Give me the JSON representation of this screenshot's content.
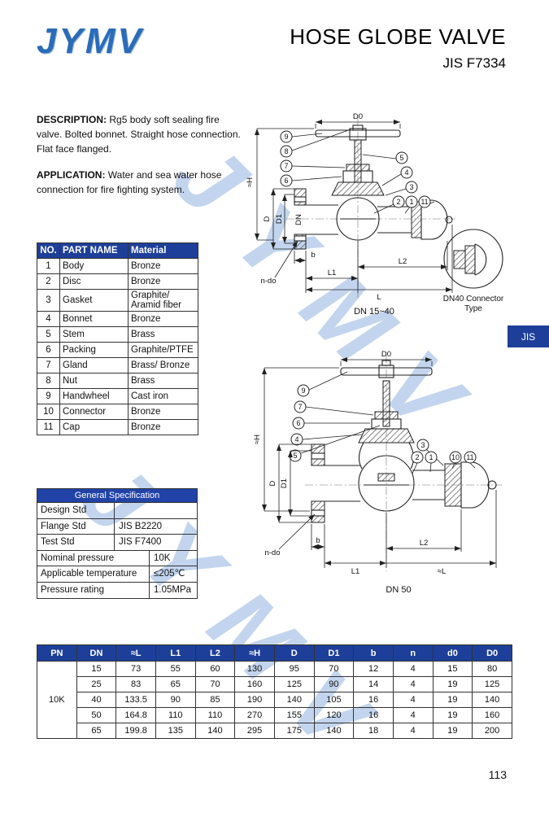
{
  "colors": {
    "header_blue": "#1e3f99",
    "spec_title_blue": "#2143a8",
    "logo_blue": "#2b6cb8",
    "watermark_blue": "#7aa2da"
  },
  "header": {
    "logo": "JYMV",
    "title": "HOSE GLOBE VALVE",
    "subtitle": "JIS F7334"
  },
  "description": {
    "label": "DESCRIPTION:",
    "text": "Rg5 body soft sealing fire valve. Bolted bonnet. Straight hose connection. Flat face flanged."
  },
  "application": {
    "label": "APPLICATION:",
    "text": "Water and sea water hose connection for fire fighting system."
  },
  "parts_table": {
    "headers": [
      "NO.",
      "PART NAME",
      "Material"
    ],
    "rows": [
      [
        "1",
        "Body",
        "Bronze"
      ],
      [
        "2",
        "Disc",
        "Bronze"
      ],
      [
        "3",
        "Gasket",
        "Graphite/ Aramid fiber"
      ],
      [
        "4",
        "Bonnet",
        "Bronze"
      ],
      [
        "5",
        "Stem",
        "Brass"
      ],
      [
        "6",
        "Packing",
        "Graphite/PTFE"
      ],
      [
        "7",
        "Gland",
        "Brass/ Bronze"
      ],
      [
        "8",
        "Nut",
        "Brass"
      ],
      [
        "9",
        "Handwheel",
        "Cast iron"
      ],
      [
        "10",
        "Connector",
        "Bronze"
      ],
      [
        "11",
        "Cap",
        "Bronze"
      ]
    ]
  },
  "spec_table": {
    "title": "General Specification",
    "rows": [
      {
        "label": "Design Std",
        "value": ""
      },
      {
        "label": "Flange Std",
        "value": "JIS B2220"
      },
      {
        "label": "Test Std",
        "value": "JIS F7400"
      },
      {
        "label": "Nominal pressure",
        "value": "10K"
      },
      {
        "label": "Applicable temperature",
        "value": "≤205℃"
      },
      {
        "label": "Pressure rating",
        "value": "1.05MPa"
      }
    ]
  },
  "drawing1": {
    "caption": "DN 15~40",
    "callouts": [
      "9",
      "8",
      "7",
      "6",
      "5",
      "4",
      "3",
      "2",
      "1",
      "11"
    ],
    "dims": {
      "d0": "D0",
      "h": "≈H",
      "d": "D",
      "d1": "D1",
      "dn": "DN",
      "b": "b",
      "ndo": "n-do",
      "l1": "L1",
      "l2": "L2",
      "l": "L"
    }
  },
  "connector_detail": {
    "line1": "DN40 Connector",
    "line2": "Type"
  },
  "drawing2": {
    "caption": "DN 50",
    "callouts": [
      "9",
      "7",
      "6",
      "4",
      "5",
      "3",
      "2",
      "1",
      "10",
      "11"
    ],
    "dims": {
      "d0": "D0",
      "h": "≈H",
      "d": "D",
      "d1": "D1",
      "b": "b",
      "ndo": "n-do",
      "l1": "L1",
      "l2": "L2",
      "l": "≈L"
    }
  },
  "side_tab": "JIS",
  "dim_table": {
    "headers": [
      "PN",
      "DN",
      "≈L",
      "L1",
      "L2",
      "≈H",
      "D",
      "D1",
      "b",
      "n",
      "d0",
      "D0"
    ],
    "pn": "10K",
    "rows": [
      [
        "15",
        "73",
        "55",
        "60",
        "130",
        "95",
        "70",
        "12",
        "4",
        "15",
        "80"
      ],
      [
        "25",
        "83",
        "65",
        "70",
        "160",
        "125",
        "90",
        "14",
        "4",
        "19",
        "125"
      ],
      [
        "40",
        "133.5",
        "90",
        "85",
        "190",
        "140",
        "105",
        "16",
        "4",
        "19",
        "140"
      ],
      [
        "50",
        "164.8",
        "110",
        "110",
        "270",
        "155",
        "120",
        "16",
        "4",
        "19",
        "160"
      ],
      [
        "65",
        "199.8",
        "135",
        "140",
        "295",
        "175",
        "140",
        "18",
        "4",
        "19",
        "200"
      ]
    ]
  },
  "page_number": "113",
  "watermark": "JYMV"
}
